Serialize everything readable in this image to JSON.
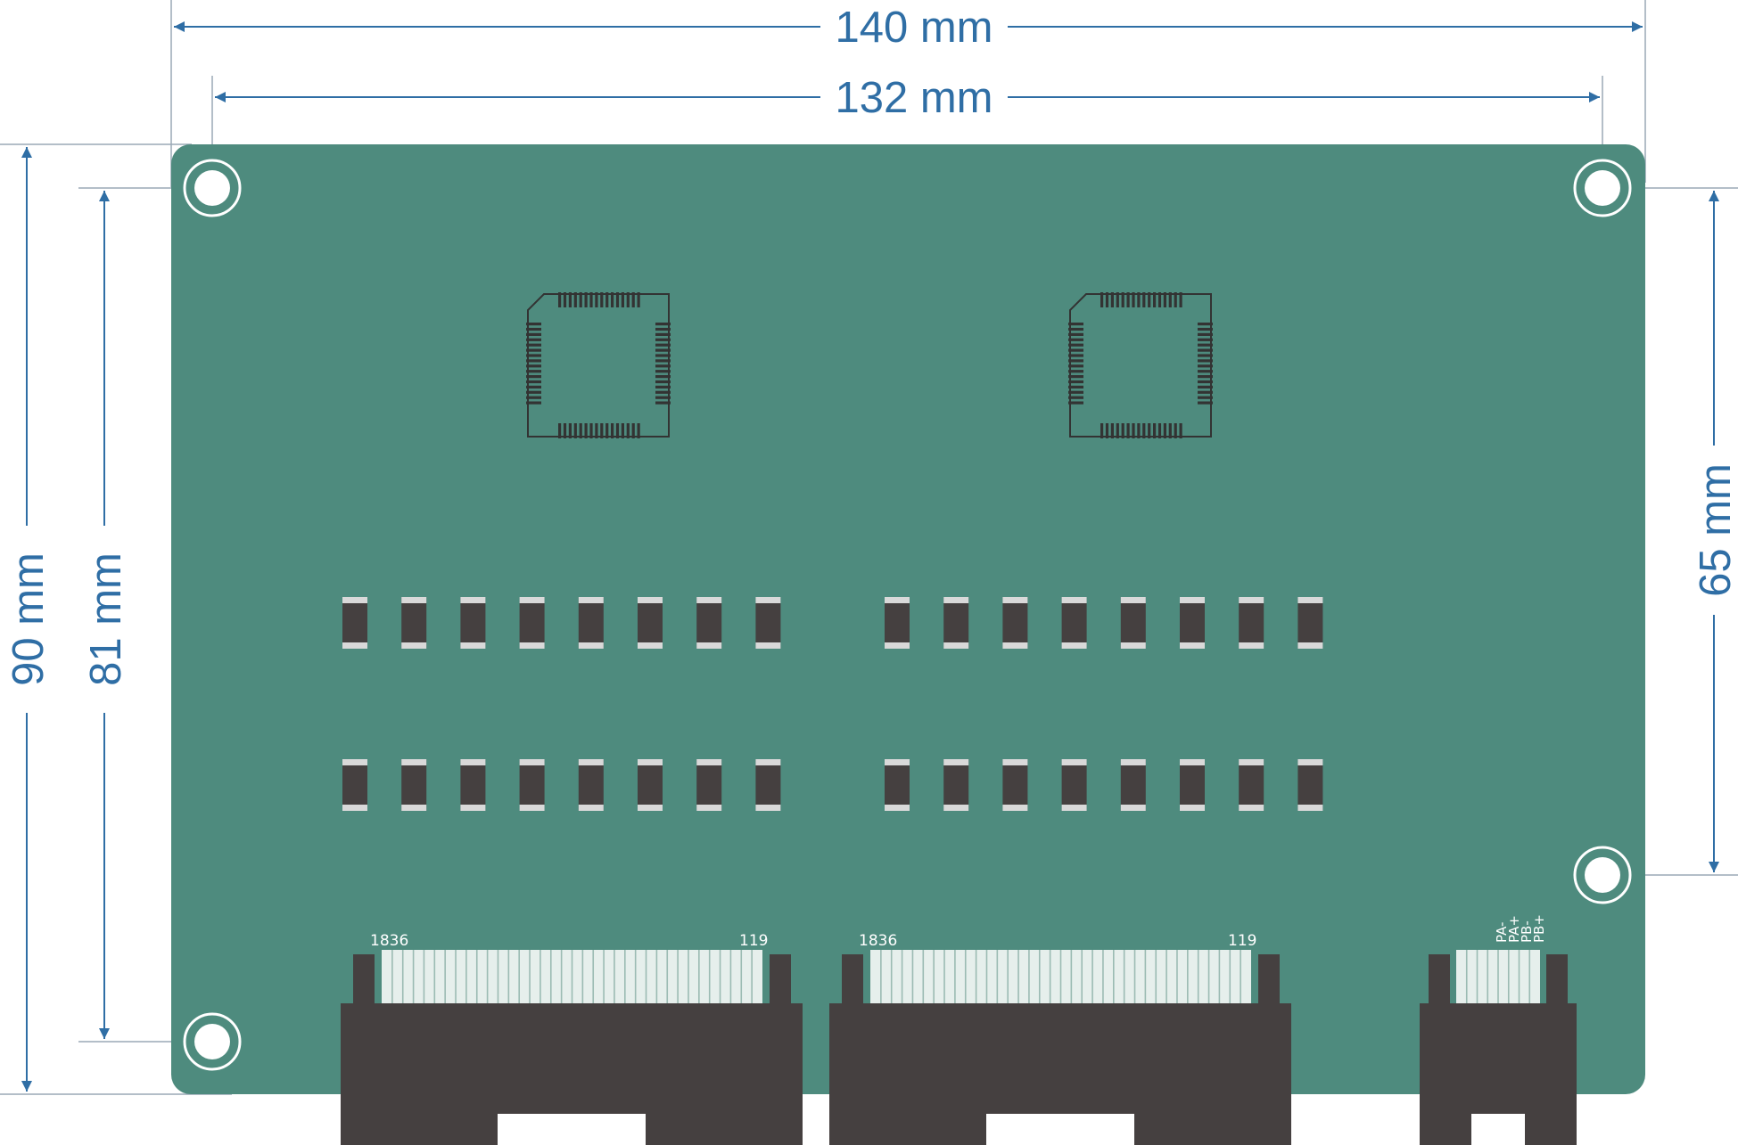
{
  "dimensions": {
    "overall_width": "140 mm",
    "hole_spacing_x": "132 mm",
    "overall_height": "90 mm",
    "hole_spacing_y": "81 mm",
    "right_hole_spacing_y": "65 mm"
  },
  "connectors": {
    "left": {
      "pin_start": "1836",
      "pin_end": "119"
    },
    "middle": {
      "pin_start": "1836",
      "pin_end": "119"
    },
    "right": {
      "signals": [
        "PA-",
        "PA+",
        "PB-",
        "PB+"
      ]
    }
  },
  "colors": {
    "board": "#4e8b7e",
    "dimension": "#2f6ea5",
    "component": "#454040",
    "pad": "#d9d9d9",
    "pin_highlight": "#e6efec",
    "hole": "#ffffff",
    "extension_line": "#9aa9b5"
  }
}
